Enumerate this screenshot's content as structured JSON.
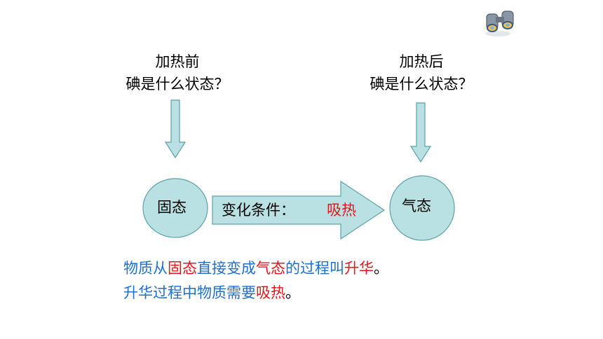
{
  "left_question": {
    "line1": "加热前",
    "line2": "碘是什么状态？"
  },
  "right_question": {
    "line1": "加热后",
    "line2": "碘是什么状态？"
  },
  "states": {
    "solid": "固态",
    "gas": "气态"
  },
  "condition": {
    "label": "变化条件：",
    "value": "吸热"
  },
  "summary": {
    "line1": [
      {
        "text": "物质从",
        "color": "blue"
      },
      {
        "text": "固态",
        "color": "red"
      },
      {
        "text": "直接变成",
        "color": "blue"
      },
      {
        "text": "气态",
        "color": "red"
      },
      {
        "text": "的过程叫",
        "color": "blue"
      },
      {
        "text": "升华",
        "color": "red"
      },
      {
        "text": "。",
        "color": "black"
      }
    ],
    "line2": [
      {
        "text": "升华过程中物质需要",
        "color": "blue"
      },
      {
        "text": "吸热",
        "color": "red"
      },
      {
        "text": "。",
        "color": "black"
      }
    ]
  },
  "colors": {
    "shape_fill": "#b9e1e3",
    "shape_stroke": "#5aa3a8",
    "blue_text": "#1f6fd1",
    "red_text": "#e8141b"
  },
  "icons": {
    "corner": "binoculars-icon"
  }
}
